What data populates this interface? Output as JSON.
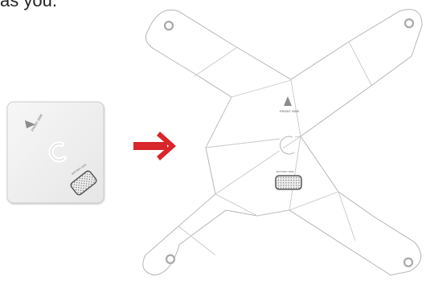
{
  "caption": "as you.",
  "folded_unit": {
    "front_label": "FRONT SIDE",
    "battery_label": "BATTERY SIDE"
  },
  "unfolded_template": {
    "front_label": "FRONT SIDE",
    "battery_label": "BATTERY SIDE"
  },
  "colors": {
    "arrow": "#d8262b",
    "paper": "#ffffff",
    "edge": "#b9b9b9",
    "fold_line": "#c8c8c8"
  },
  "icons": [
    "arrow-right-icon",
    "triangle-icon",
    "arc-icon",
    "battery-grid-icon",
    "hole-icon"
  ]
}
